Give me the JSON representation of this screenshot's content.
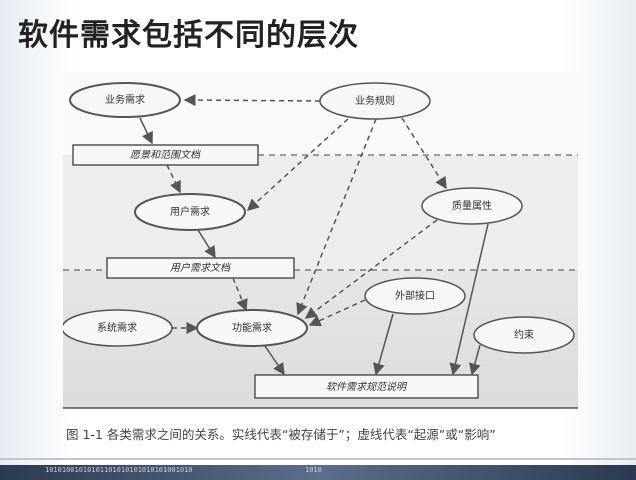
{
  "slide": {
    "title": "软件需求包括不同的层次",
    "caption": "图 1-1   各类需求之间的关系。实线代表“被存储于”；虚线代表“起源”或“影响”",
    "footer_binary": "10101001010101101010101010101001010",
    "footer_center": "1010"
  },
  "diagram": {
    "nodes": {
      "business_req": "业务需求",
      "business_rules": "业务规则",
      "vision_doc": "愿景和范围文档",
      "user_req": "用户需求",
      "quality_attr": "质量属性",
      "user_req_doc": "用户需求文档",
      "external_iface": "外部接口",
      "system_req": "系统需求",
      "functional_req": "功能需求",
      "constraints": "约束",
      "srs": "软件需求规范说明"
    }
  }
}
